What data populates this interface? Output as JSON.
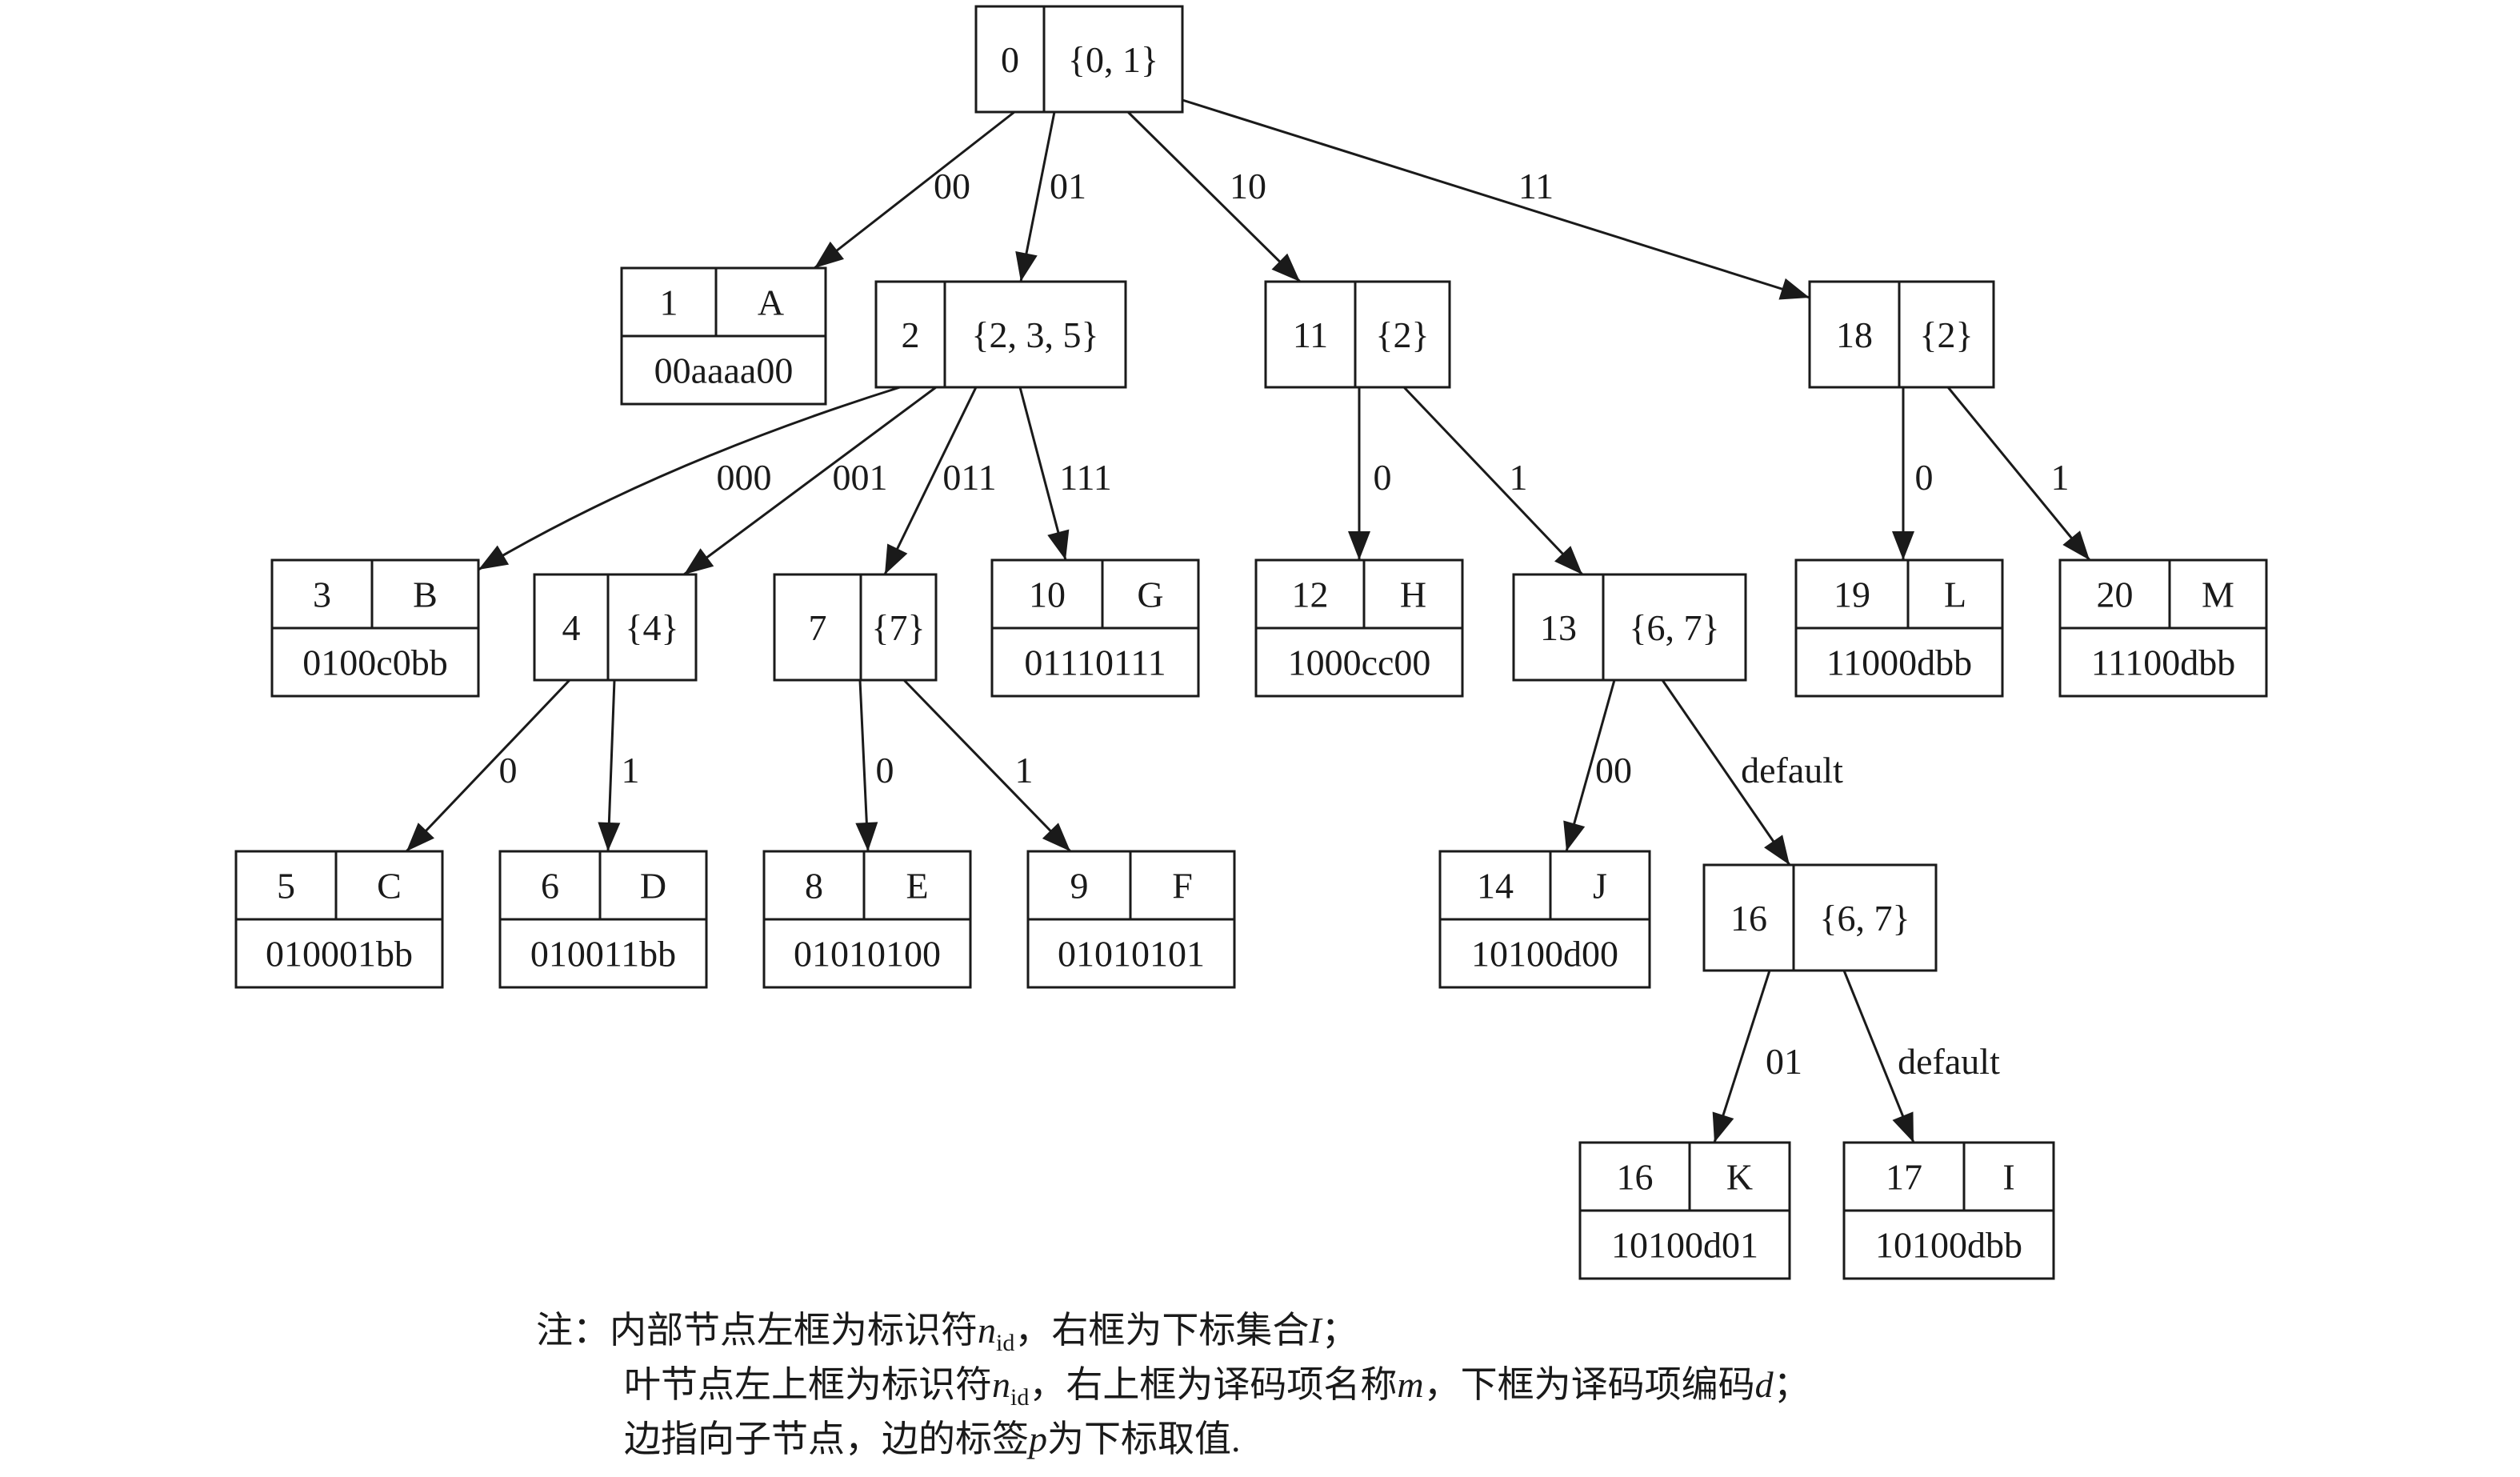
{
  "internal_nodes": [
    {
      "key": "n0",
      "id": "0",
      "set": "{0, 1}"
    },
    {
      "key": "n2",
      "id": "2",
      "set": "{2, 3, 5}"
    },
    {
      "key": "n11",
      "id": "11",
      "set": "{2}"
    },
    {
      "key": "n18",
      "id": "18",
      "set": "{2}"
    },
    {
      "key": "n4",
      "id": "4",
      "set": "{4}"
    },
    {
      "key": "n7",
      "id": "7",
      "set": "{7}"
    },
    {
      "key": "n13",
      "id": "13",
      "set": "{6, 7}"
    },
    {
      "key": "n16a",
      "id": "16",
      "set": "{6, 7}"
    }
  ],
  "leaf_nodes": [
    {
      "key": "l1",
      "id": "1",
      "name": "A",
      "code": "00aaaa00"
    },
    {
      "key": "l3",
      "id": "3",
      "name": "B",
      "code": "0100c0bb"
    },
    {
      "key": "l10",
      "id": "10",
      "name": "G",
      "code": "01110111"
    },
    {
      "key": "l12",
      "id": "12",
      "name": "H",
      "code": "1000cc00"
    },
    {
      "key": "l19",
      "id": "19",
      "name": "L",
      "code": "11000dbb"
    },
    {
      "key": "l20",
      "id": "20",
      "name": "M",
      "code": "11100dbb"
    },
    {
      "key": "l5",
      "id": "5",
      "name": "C",
      "code": "010001bb"
    },
    {
      "key": "l6",
      "id": "6",
      "name": "D",
      "code": "010011bb"
    },
    {
      "key": "l8",
      "id": "8",
      "name": "E",
      "code": "01010100"
    },
    {
      "key": "l9",
      "id": "9",
      "name": "F",
      "code": "01010101"
    },
    {
      "key": "l14",
      "id": "14",
      "name": "J",
      "code": "10100d00"
    },
    {
      "key": "l16",
      "id": "16",
      "name": "K",
      "code": "10100d01"
    },
    {
      "key": "l17",
      "id": "17",
      "name": "I",
      "code": "10100dbb"
    }
  ],
  "edges": [
    {
      "from": "n0",
      "to": "l1",
      "label": "00"
    },
    {
      "from": "n0",
      "to": "n2",
      "label": "01"
    },
    {
      "from": "n0",
      "to": "n11",
      "label": "10"
    },
    {
      "from": "n0",
      "to": "n18",
      "label": "11"
    },
    {
      "from": "n2",
      "to": "l3",
      "label": "000"
    },
    {
      "from": "n2",
      "to": "n4",
      "label": "001"
    },
    {
      "from": "n2",
      "to": "n7",
      "label": "011"
    },
    {
      "from": "n2",
      "to": "l10",
      "label": "111"
    },
    {
      "from": "n11",
      "to": "l12",
      "label": "0"
    },
    {
      "from": "n11",
      "to": "n13",
      "label": "1"
    },
    {
      "from": "n18",
      "to": "l19",
      "label": "0"
    },
    {
      "from": "n18",
      "to": "l20",
      "label": "1"
    },
    {
      "from": "n4",
      "to": "l5",
      "label": "0"
    },
    {
      "from": "n4",
      "to": "l6",
      "label": "1"
    },
    {
      "from": "n7",
      "to": "l8",
      "label": "0"
    },
    {
      "from": "n7",
      "to": "l9",
      "label": "1"
    },
    {
      "from": "n13",
      "to": "l14",
      "label": "00"
    },
    {
      "from": "n13",
      "to": "n16a",
      "label": "default"
    },
    {
      "from": "n16a",
      "to": "l16",
      "label": "01"
    },
    {
      "from": "n16a",
      "to": "l17",
      "label": "default"
    }
  ],
  "note": {
    "line1": {
      "prefix": "注：",
      "text_a": "内部节点左框为标识符",
      "var_a": "n",
      "sub_a": "id",
      "text_b": "，右框为下标集合",
      "var_b": "I",
      "text_c": "；"
    },
    "line2": {
      "text_a": "叶节点左上框为标识符",
      "var_a": "n",
      "sub_a": "id",
      "text_b": "，右上框为译码项名称",
      "var_b": "m",
      "text_c": "，下框为译码项编码",
      "var_c": "d",
      "text_d": "；"
    },
    "line3": {
      "text_a": "边指向子节点，边的标签",
      "var_a": "p",
      "text_b": "为下标取值."
    }
  },
  "colors": {
    "stroke": "#1a1a1a",
    "background": "#ffffff"
  }
}
